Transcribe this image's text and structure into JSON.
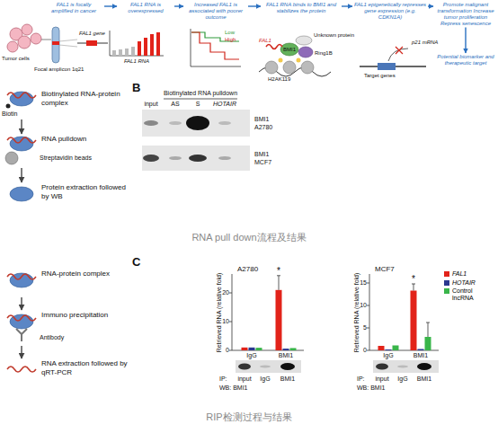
{
  "diagram": {
    "nodes": [
      {
        "text": [
          "FAL1 is focally amplified in cancer"
        ]
      },
      {
        "text": [
          "FAL1 RNA is overexpressed"
        ]
      },
      {
        "text": [
          "Increased FAL1 is associated with poorer outcome"
        ]
      },
      {
        "text": [
          "FAL1 RNA binds to BMI1 and stabilizes the protein"
        ]
      },
      {
        "text": [
          "FAL1 epigenetically represses gene expression (e.g. CDKN1A)"
        ]
      },
      {
        "text": [
          "Promote malignant transformation Increase tumor proliferation Repress senescence"
        ]
      },
      {
        "text": [
          "Potential biomarker and therapeutic target"
        ]
      },
      {
        "text": [
          "Biotinylated RNA-protein complex"
        ]
      },
      {
        "text": [
          "RNA pulldown"
        ]
      },
      {
        "text": [
          "Protein extraction followed by WB"
        ]
      },
      {
        "text": [
          "RNA-protein complex"
        ]
      },
      {
        "text": [
          "Immuno precipitation"
        ]
      },
      {
        "text": [
          "RNA extraction followed by qRT-PCR"
        ]
      }
    ],
    "edges": [
      {
        "from": 0,
        "to": 1,
        "arrow": "to"
      },
      {
        "from": 1,
        "to": 2,
        "arrow": "to"
      },
      {
        "from": 2,
        "to": 3,
        "arrow": "to"
      },
      {
        "from": 3,
        "to": 4,
        "arrow": "to"
      },
      {
        "from": 4,
        "to": 5,
        "arrow": "to"
      },
      {
        "from": 5,
        "to": 6,
        "arrow": "to"
      },
      {
        "from": 7,
        "to": 8,
        "arrow": "to"
      },
      {
        "from": 8,
        "to": 9,
        "arrow": "to"
      },
      {
        "from": 10,
        "to": 11,
        "arrow": "to"
      },
      {
        "from": 11,
        "to": 12,
        "arrow": "to"
      }
    ],
    "labels": [
      "Tumor cells",
      "Focal amplicon 1q21",
      "FAL1 gene",
      "FAL1 RNA",
      "Low",
      "High",
      "FAL1",
      "BMI1",
      "Ring1B",
      "Unknown protein",
      "H2AK119",
      "p21 mRNA",
      "Target genes",
      "Biotin",
      "Streptavidin beads",
      "B",
      "Biotinylated RNA pulldown",
      "input",
      "AS",
      "S",
      "HOTAIR",
      "BMI1",
      "A2780",
      "BMI1",
      "MCF7",
      "RNA pull down流程及结果",
      "C",
      "Antibody",
      "A2780",
      "MCF7",
      "Retrieved RNA (relative fold)",
      "Retrieved RNA (relative fold)",
      "0",
      "10",
      "20",
      "0",
      "5",
      "10",
      "15",
      "*",
      "*",
      "IgG",
      "BMI1",
      "IgG",
      "BMI1",
      "IP:",
      "input",
      "IgG",
      "BMI1",
      "WB: BMI1",
      "IP:",
      "input",
      "IgG",
      "BMI1",
      "WB: BMI1",
      "RIP检测过程与结果"
    ],
    "legend": [
      {
        "text": "FAL1",
        "color": "#e2231a"
      },
      {
        "text": "HOTAIR",
        "color": "#2b3990"
      },
      {
        "text": "Control lncRNA",
        "color": "#39b54a"
      }
    ]
  }
}
